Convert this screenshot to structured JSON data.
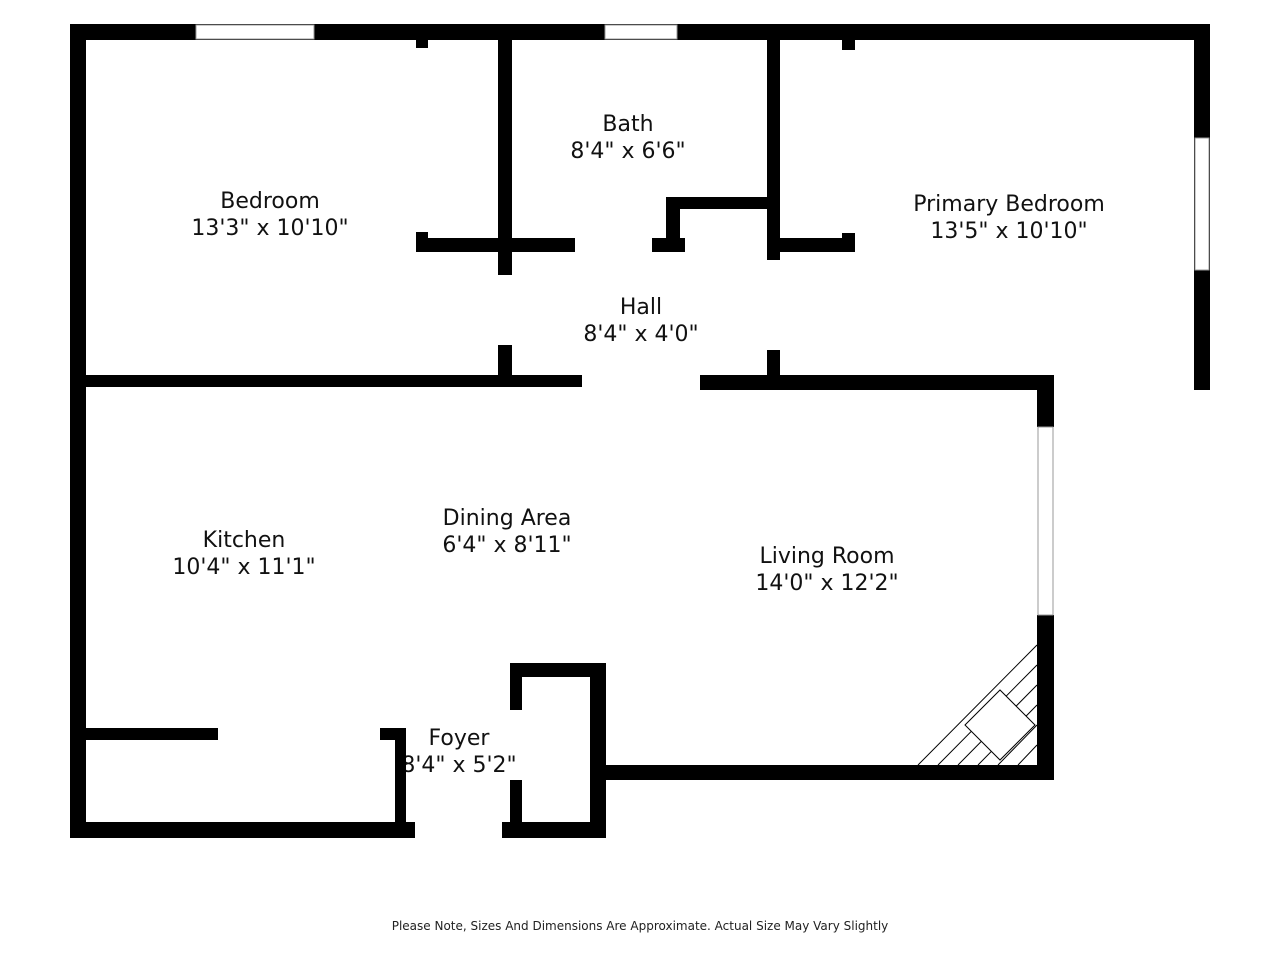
{
  "rooms": [
    {
      "name": "Bedroom",
      "dims": "13'3\" x 10'10\""
    },
    {
      "name": "Bath",
      "dims": "8'4\" x 6'6\""
    },
    {
      "name": "Primary Bedroom",
      "dims": "13'5\" x 10'10\""
    },
    {
      "name": "Hall",
      "dims": "8'4\" x 4'0\""
    },
    {
      "name": "Kitchen",
      "dims": "10'4\" x 11'1\""
    },
    {
      "name": "Dining Area",
      "dims": "6'4\" x 8'11\""
    },
    {
      "name": "Living Room",
      "dims": "14'0\" x 12'2\""
    },
    {
      "name": "Foyer",
      "dims": "8'4\" x 5'2\""
    }
  ],
  "note": "Please Note, Sizes And Dimensions Are Approximate. Actual Size May Vary Slightly",
  "colors": {
    "wall": "#000000",
    "background": "#ffffff"
  }
}
